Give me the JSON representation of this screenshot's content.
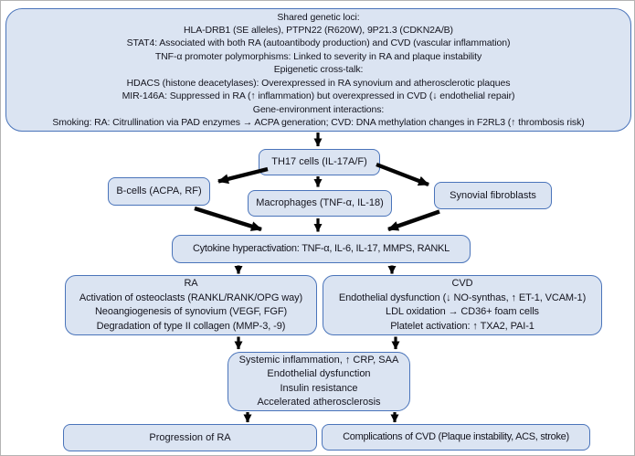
{
  "diagram": {
    "title": "RA and CVD shared pathogenesis flowchart",
    "colors": {
      "box_fill": "#dbe4f2",
      "box_border": "#4a74ba",
      "arrow": "#050505",
      "text": "#14141e",
      "background": "#ffffff"
    },
    "top_box": {
      "lines": [
        "Shared genetic loci:",
        "HLA-DRB1 (SE alleles), PTPN22 (R620W), 9P21.3 (CDKN2A/B)",
        "STAT4: Associated with both RA (autoantibody production) and CVD (vascular inflammation)",
        "TNF-α promoter polymorphisms: Linked to severity in RA and plaque instability",
        "Epigenetic cross-talk:",
        "HDACS (histone deacetylases): Overexpressed in RA synovium and atherosclerotic plaques",
        "MIR-146A: Suppressed in RA (↑ inflammation) but overexpressed in CVD (↓ endothelial repair)",
        "Gene-environment interactions:",
        "Smoking: RA: Citrullination via PAD enzymes → ACPA generation; CVD: DNA methylation changes in F2RL3 (↑ thrombosis risk)"
      ]
    },
    "th17_box": {
      "label": "TH17 cells (IL-17A/F)"
    },
    "b_cells_box": {
      "label": "B-cells (ACPA, RF)"
    },
    "macrophages_box": {
      "label": "Macrophages (TNF-α, IL-18)"
    },
    "synovial_box": {
      "label": "Synovial fibroblasts"
    },
    "cytokine_box": {
      "label": "Cytokine hyperactivation: TNF-α, IL-6, IL-17, MMPS, RANKL"
    },
    "ra_box": {
      "lines": [
        "RA",
        "Activation of osteoclasts (RANKL/RANK/OPG way)",
        "Neoangiogenesis of synovium (VEGF, FGF)",
        "Degradation of type II collagen (MMP-3, -9)"
      ]
    },
    "cvd_box": {
      "lines": [
        "CVD",
        "Endothelial dysfunction (↓ NO-synthas, ↑ ET-1, VCAM-1)",
        "LDL oxidation → CD36+ foam cells",
        "Platelet activation: ↑ TXA2, PAI-1"
      ]
    },
    "systemic_box": {
      "lines": [
        "Systemic inflammation, ↑ CRP, SAA",
        "Endothelial dysfunction",
        "Insulin resistance",
        "Accelerated atherosclerosis"
      ]
    },
    "progression_box": {
      "label": "Progression of RA"
    },
    "complications_box": {
      "label": "Complications of CVD (Plaque instability, ACS, stroke)"
    }
  }
}
